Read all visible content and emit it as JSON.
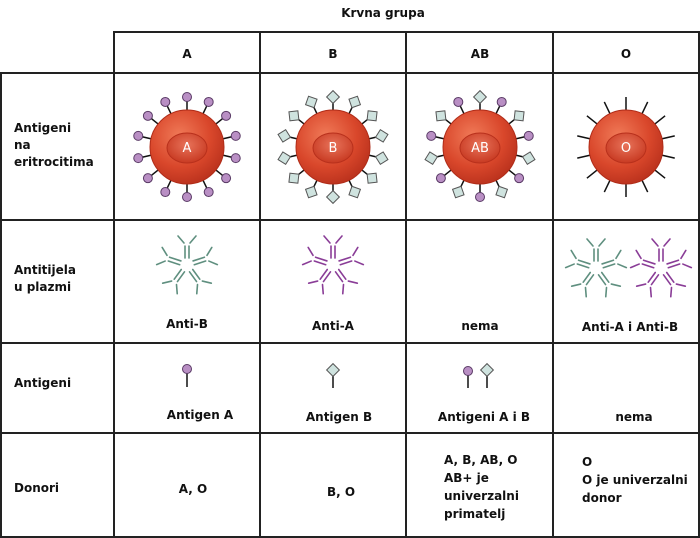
{
  "title": "Krvna grupa",
  "columns": [
    "A",
    "B",
    "AB",
    "O"
  ],
  "rows": {
    "antigens_on_rbc": "Antigeni\nna\neritrocitima",
    "antibodies": "Antitijela\nu plazmi",
    "antigens": "Antigeni",
    "donors": "Donori"
  },
  "cell_labels": [
    "A",
    "B",
    "AB",
    "O"
  ],
  "antibodies": [
    "Anti-B",
    "Anti-A",
    "nema",
    "Anti-A i Anti-B"
  ],
  "antigens": [
    "Antigen A",
    "Antigen B",
    "Antigeni A i B",
    "nema"
  ],
  "donors": [
    "A, O",
    "B, O",
    "A, B, AB, O\nAB+ je\nuniverzalni\nprimatelj",
    "O\nO je univerzalni\ndonor"
  ],
  "colors": {
    "rbc": "#d9472b",
    "antigen_a": "#b98fc4",
    "antigen_b": "#cfe3df",
    "anti_a": "#8a3d97",
    "anti_b": "#5f8f7f"
  }
}
